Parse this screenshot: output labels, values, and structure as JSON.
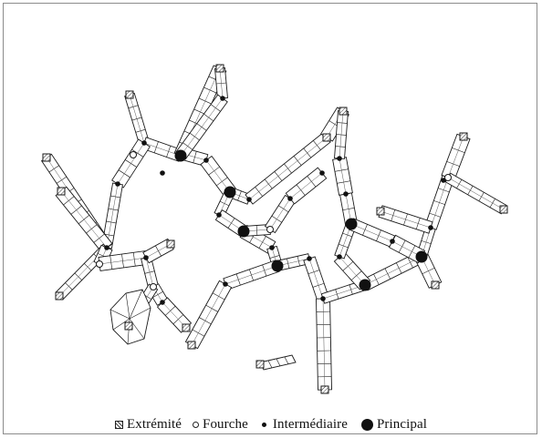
{
  "legend": {
    "extremite": "Extrémité",
    "fourche": "Fourche",
    "intermediaire": "Intermédiaire",
    "principal": "Principal"
  },
  "colors": {
    "stroke": "#1a1a1a",
    "frame": "#8c8c8c",
    "node_fill": "#111111"
  },
  "icons": [
    "extremite-marker-icon",
    "fourche-marker-icon",
    "intermediaire-marker-icon",
    "principal-marker-icon"
  ]
}
